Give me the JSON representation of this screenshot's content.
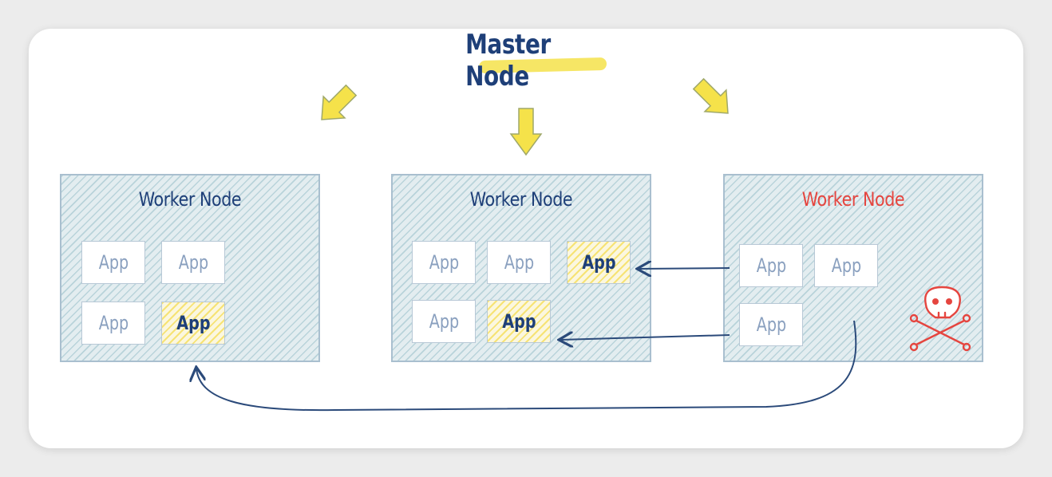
{
  "title": "Master Node",
  "workers": [
    {
      "label": "Worker Node",
      "status_color": "#1e3f78",
      "apps": [
        "App",
        "App",
        "App",
        "App"
      ]
    },
    {
      "label": "Worker Node",
      "status_color": "#1e3f78",
      "apps": [
        "App",
        "App",
        "App",
        "App",
        "App"
      ]
    },
    {
      "label": "Worker Node",
      "status_color": "#e5453f",
      "apps": [
        "App",
        "App",
        "App"
      ]
    }
  ],
  "icons": {
    "down_arrow": "master-to-worker-arrow",
    "skull": "skull-crossbones-icon"
  },
  "colors": {
    "highlight": "#f5e24a",
    "node_text": "#1e3f78",
    "failed_node_text": "#e5453f",
    "node_fill": "#e3edf0",
    "arrow": "#2b4a7a"
  }
}
